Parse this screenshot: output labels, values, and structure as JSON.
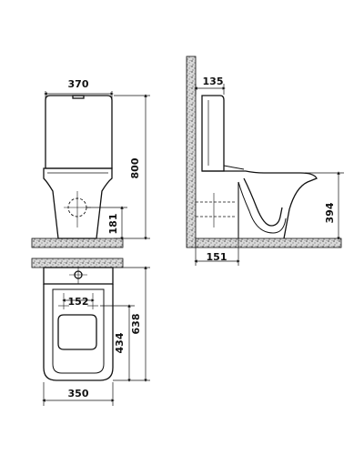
{
  "dimensions": {
    "front_width": "370",
    "front_height": "800",
    "outlet_height": "181",
    "side_cistern_depth": "135",
    "side_seat_height": "394",
    "side_outlet_offset": "151",
    "top_hole_spacing": "152",
    "top_outlet_distance": "434",
    "top_depth": "638",
    "top_width": "350"
  },
  "colors": {
    "line": "#111111",
    "stone": "#9a9a9a"
  }
}
